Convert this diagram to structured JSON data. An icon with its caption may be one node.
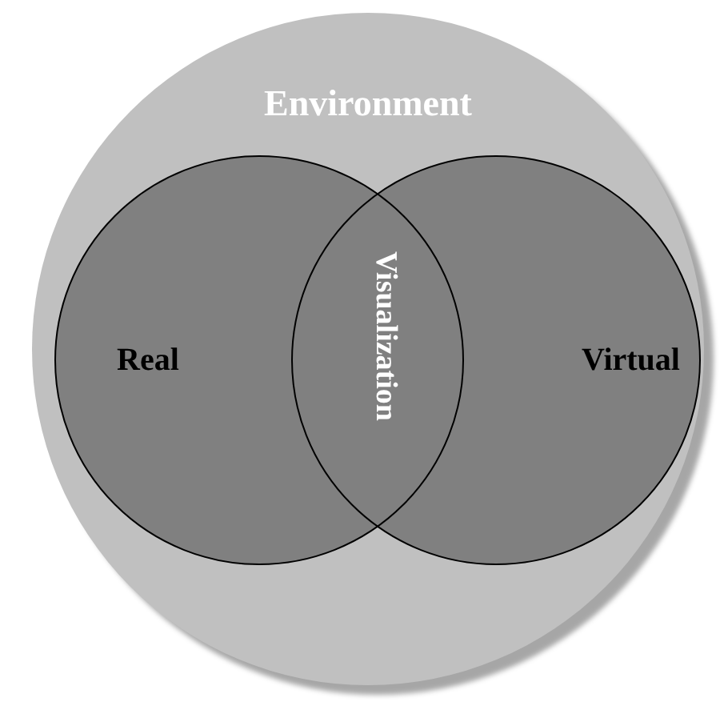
{
  "diagram": {
    "nodes": [
      {
        "text": [
          "Environment"
        ]
      },
      {
        "text": [
          "Real"
        ],
        "in": 0
      },
      {
        "text": [
          "Virtual"
        ],
        "in": 0
      }
    ],
    "labels": [
      "Visualization"
    ]
  }
}
